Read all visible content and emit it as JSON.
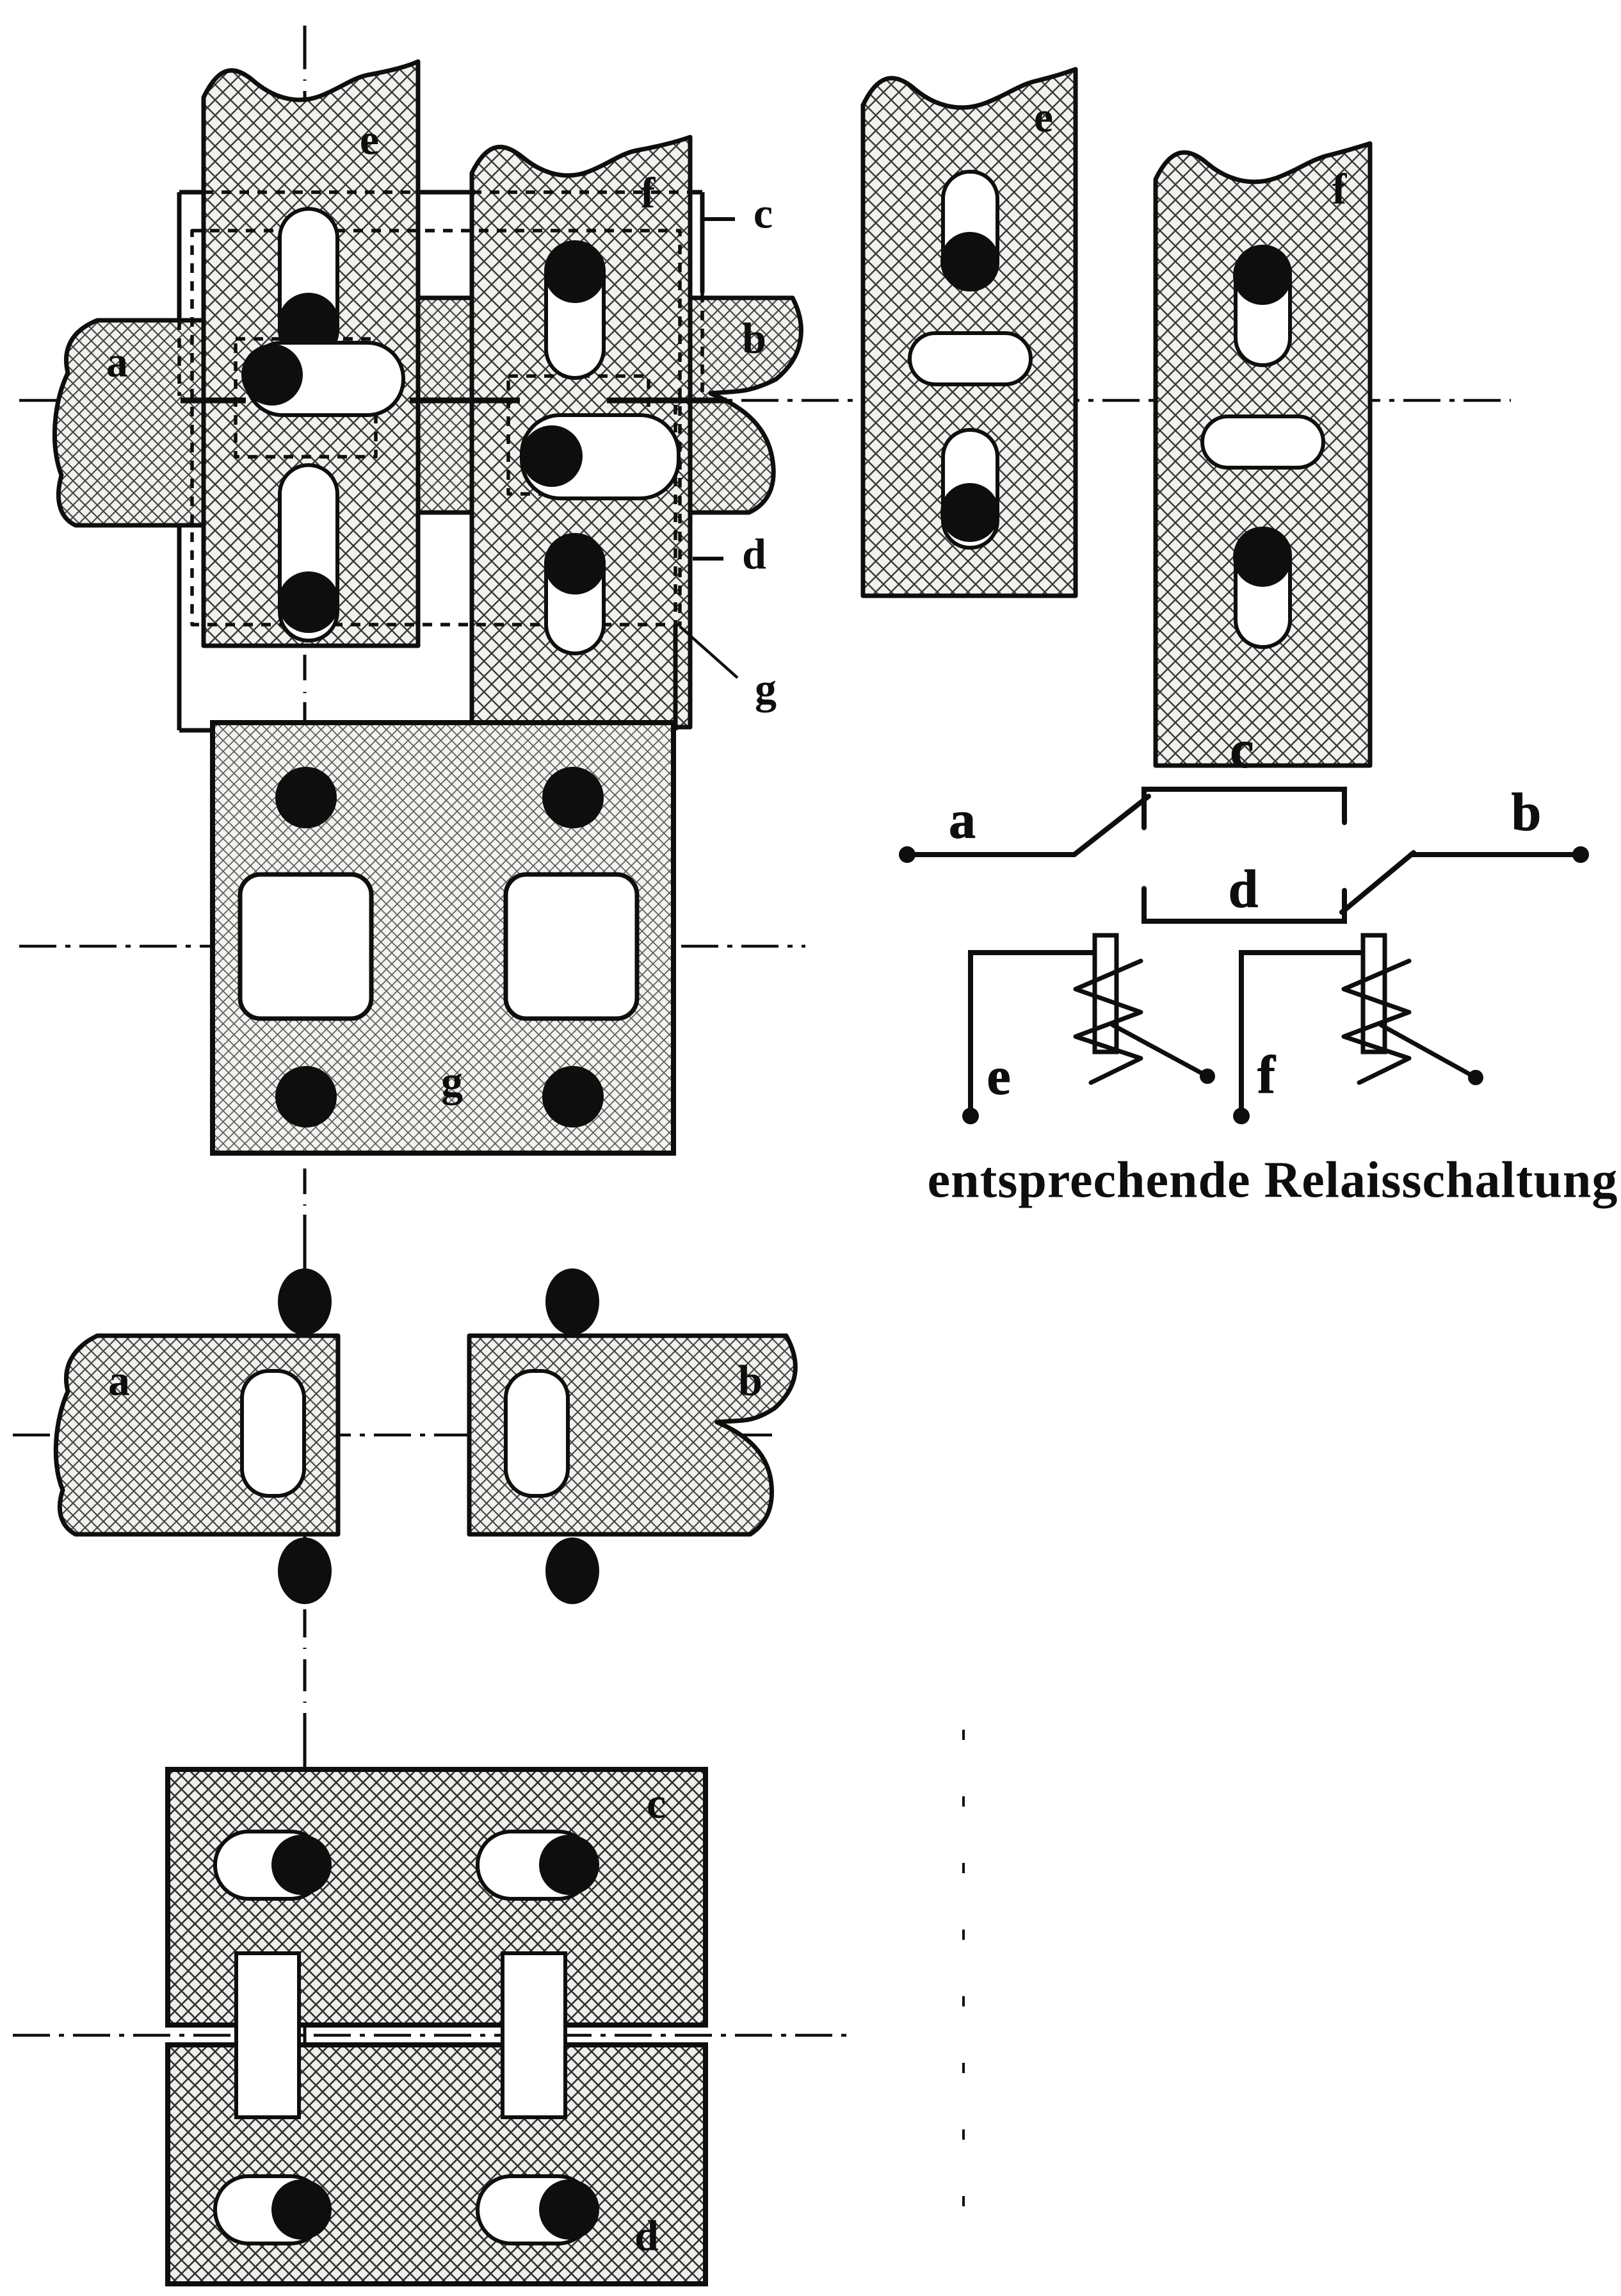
{
  "caption": "entsprechende Relaisschaltung",
  "labels": {
    "composite": {
      "a": "a",
      "b": "b",
      "c": "c",
      "d": "d",
      "e": "e",
      "f": "f",
      "g": "g"
    },
    "strips_ef": {
      "e": "e",
      "f": "f"
    },
    "plate_g": {
      "g": "g"
    },
    "strips_ab": {
      "a": "a",
      "b": "b"
    },
    "plates_cd": {
      "c": "c",
      "d": "d"
    },
    "relay": {
      "a": "a",
      "b": "b",
      "c": "c",
      "d": "d",
      "e": "e",
      "f": "f"
    }
  },
  "colors": {
    "ink": "#0e0e0e",
    "paper": "#ffffff",
    "hatch_line": "#3a3a3a",
    "hatch_bg": "#f2f1ed"
  }
}
